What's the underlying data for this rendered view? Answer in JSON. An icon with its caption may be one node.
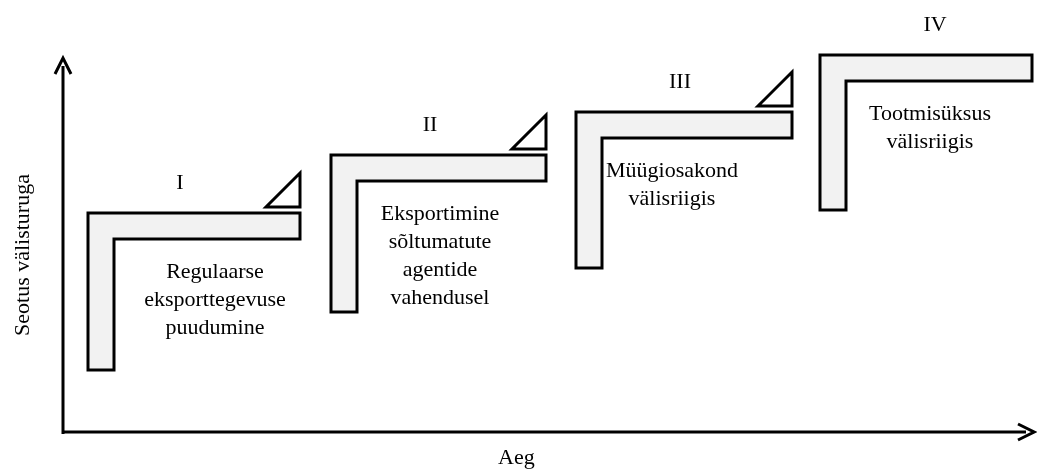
{
  "diagram": {
    "nodes": [
      {
        "text": [
          "I"
        ],
        "beside": [
          "Regulaarse eksporttegevuse puudumine"
        ]
      },
      {
        "text": [
          "II"
        ],
        "beside": [
          "Eksportimine sõltumatute agentide vahendusel"
        ]
      },
      {
        "text": [
          "III"
        ],
        "beside": [
          "Müügiosakond välisriigis"
        ]
      },
      {
        "text": [
          "IV"
        ],
        "beside": [
          "Tootmisüksus välisriigis"
        ]
      }
    ],
    "labels": [
      "Seotus välisturuga",
      "Aeg"
    ]
  }
}
